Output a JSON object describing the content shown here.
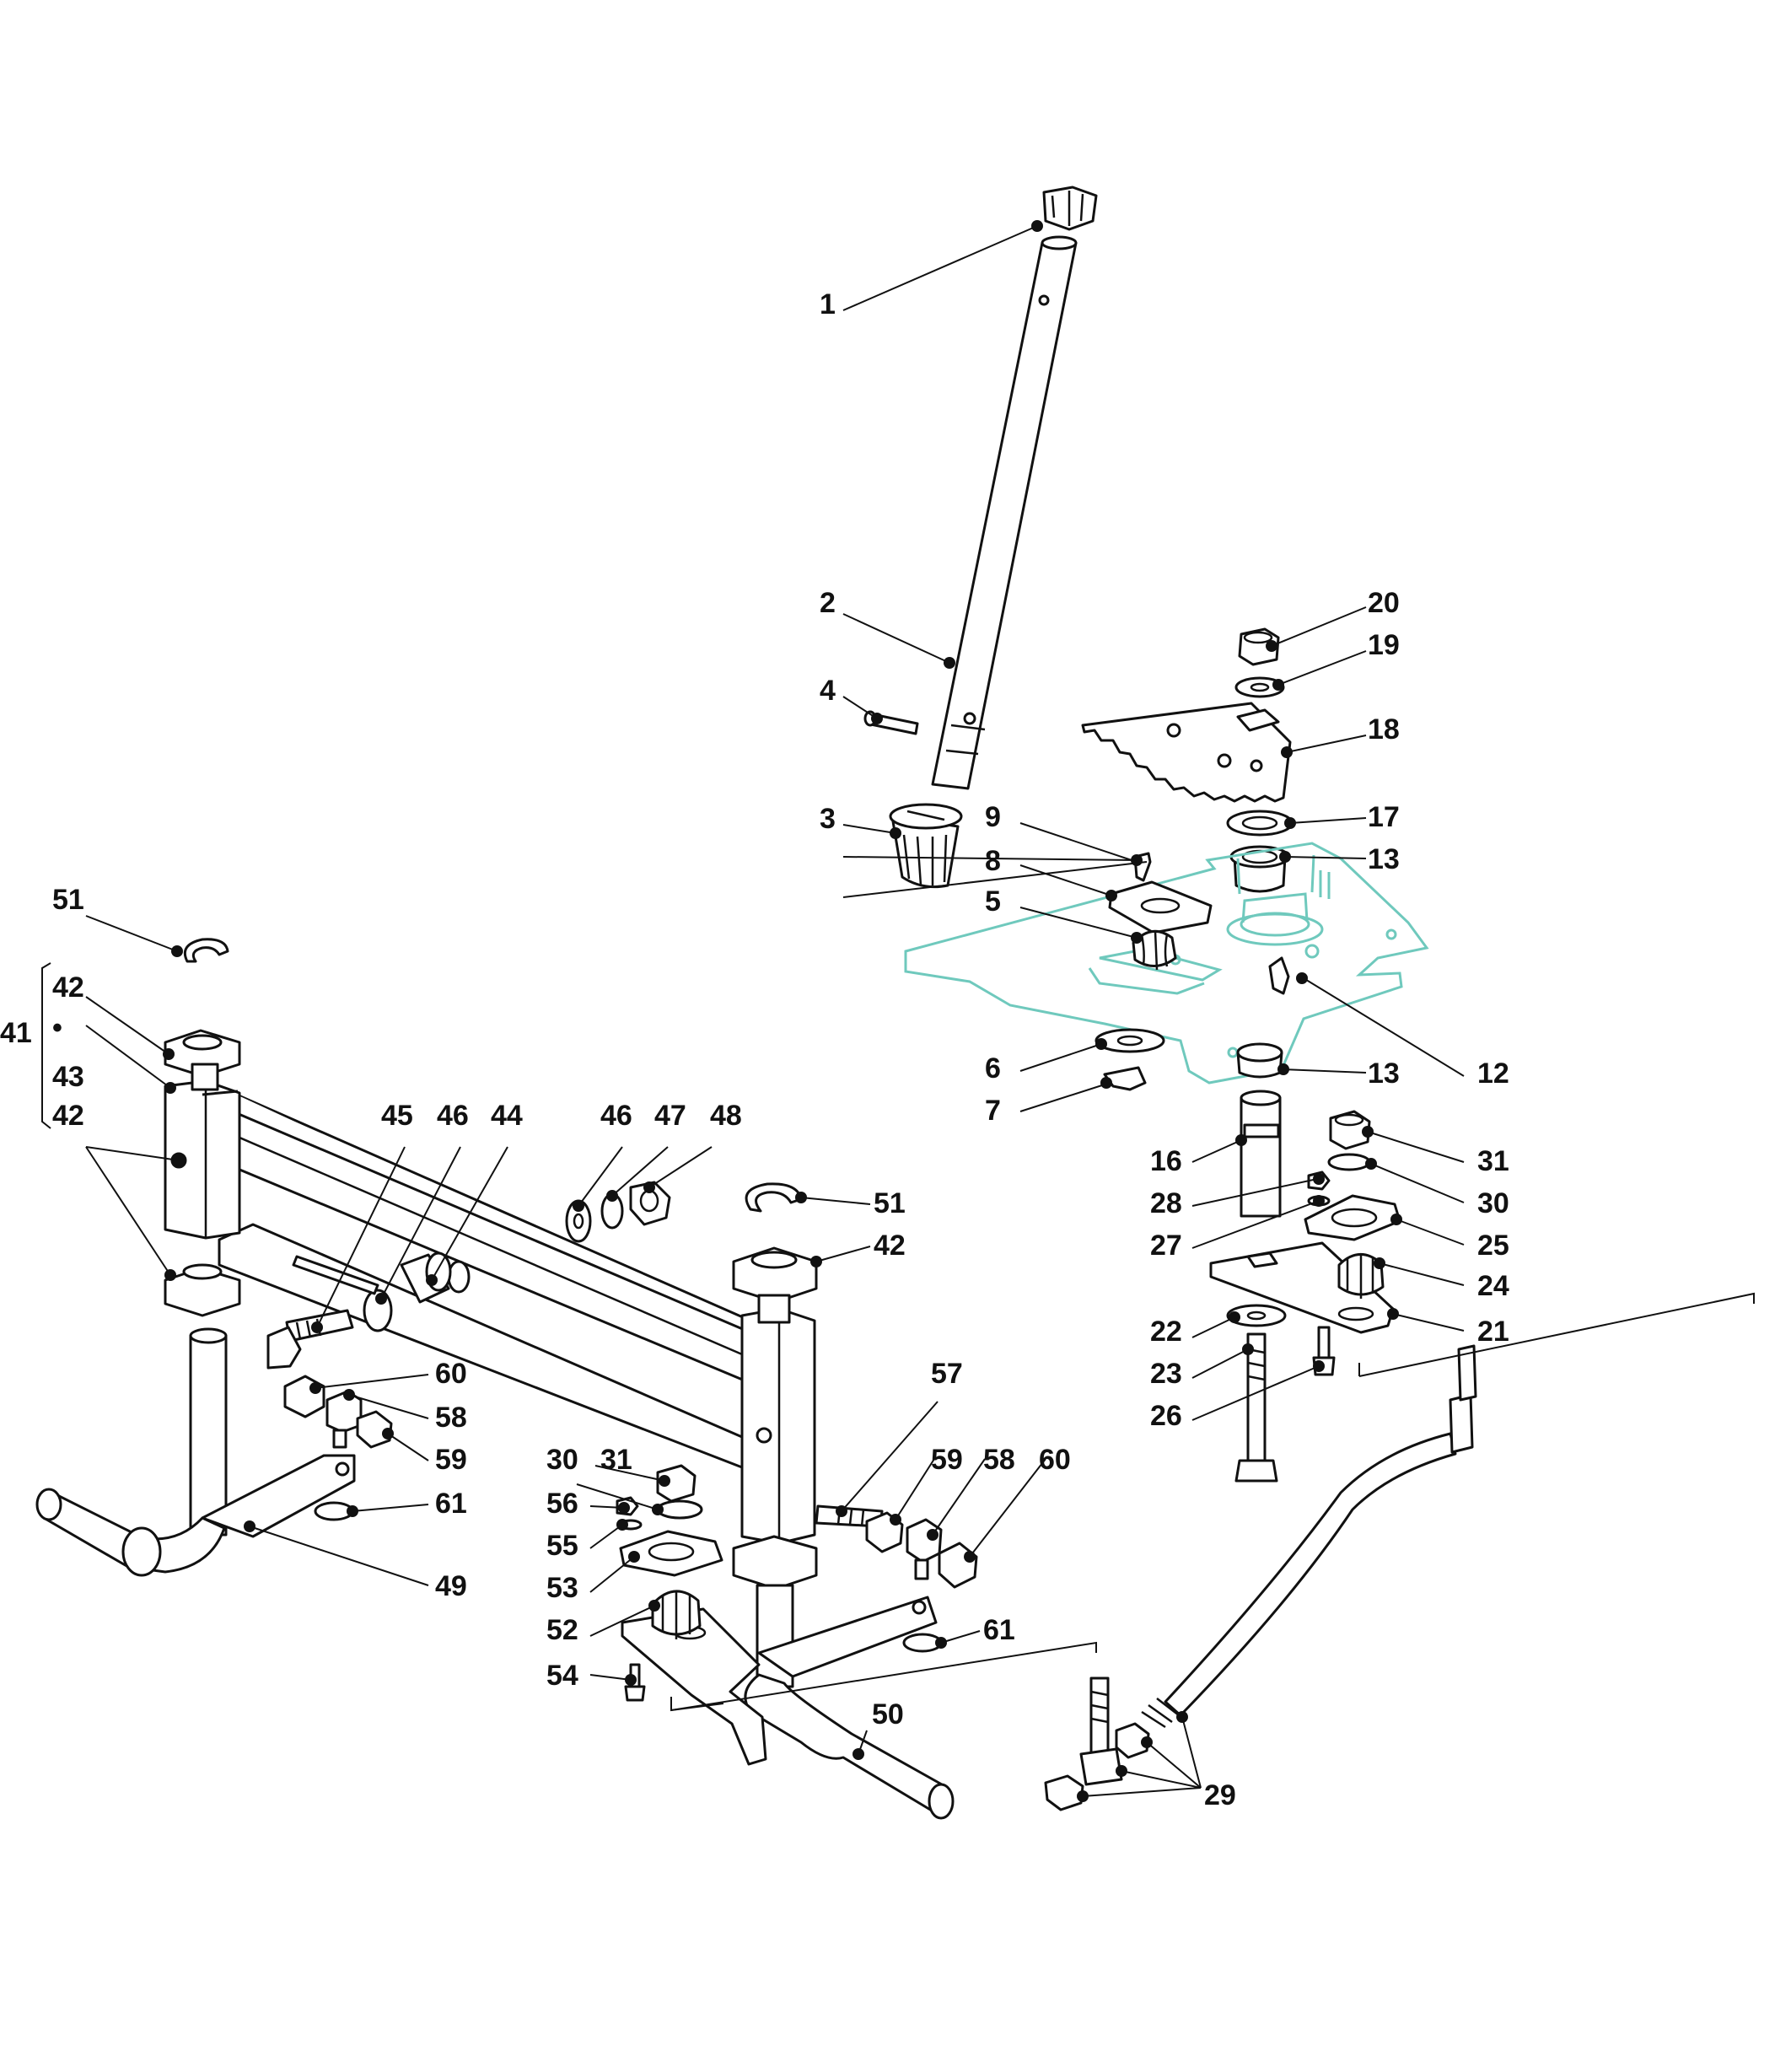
{
  "labels": {
    "p1": "1",
    "p2": "2",
    "p3": "3",
    "p4": "4",
    "p5": "5",
    "p6": "6",
    "p7": "7",
    "p8": "8",
    "p9": "9",
    "p12": "12",
    "p13a": "13",
    "p13b": "13",
    "p16": "16",
    "p17": "17",
    "p18": "18",
    "p19": "19",
    "p20": "20",
    "p21": "21",
    "p22": "22",
    "p23": "23",
    "p24": "24",
    "p25": "25",
    "p26": "26",
    "p27": "27",
    "p28": "28",
    "p29": "29",
    "p30a": "30",
    "p30b": "30",
    "p31a": "31",
    "p31b": "31",
    "p41": "41",
    "p41dot": "•",
    "p42a": "42",
    "p42b": "42",
    "p42c": "42",
    "p43": "43",
    "p44": "44",
    "p45": "45",
    "p46a": "46",
    "p46b": "46",
    "p47": "47",
    "p48": "48",
    "p49": "49",
    "p50": "50",
    "p51a": "51",
    "p51b": "51",
    "p52": "52",
    "p53": "53",
    "p54": "54",
    "p55": "55",
    "p56": "56",
    "p57": "57",
    "p58a": "58",
    "p58b": "58",
    "p59a": "59",
    "p59b": "59",
    "p60a": "60",
    "p60b": "60",
    "p61a": "61",
    "p61b": "61"
  },
  "colors": {
    "ink": "#111111",
    "highlight": "#6fc9bd"
  }
}
